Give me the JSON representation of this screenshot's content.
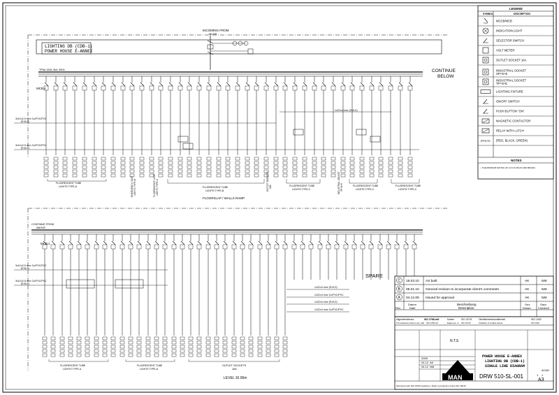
{
  "upper": {
    "incoming_label": "INCOMING FROM",
    "incoming_sub": "MLDB",
    "title_line1": "LIGHTING DB (CDB-1)",
    "title_line2": "POWER HOUSE E-ANNEX",
    "busbar_label": "TPN& 100A, 6kA, 50Hz",
    "mcb_label": "MCB,s",
    "continue_below_1": "CONTINUE",
    "continue_below_2": "BELOW",
    "cable_label_1": "3x1Cx2.5 mm² Cu/PVC/PVC",
    "cable_label_1_sub": "(R,B,O)",
    "cable_label_2": "3x1Cx2.5 mm² Cu/PVC/PVC",
    "cable_label_2_sub": "(R,B,O)",
    "cable_label_right": "1x2Cx4 mm² (R,B,O)",
    "group_fluor_a": "FLUORESCENT TUBE",
    "group_fluor_a_sub": "LIGHTS TYPE-A",
    "group_emergency": "EMERGENCY LIGHT",
    "group_emergency_sub": "LIGHTS TYPE-B",
    "group_fluor_b": "FLUORESCENT TUBE",
    "group_fluor_b_sub": "LIGHTS TYPE-B",
    "group_fluor_c": "FLUORESCENT TUBE",
    "group_fluor_c_sub": "LIGHTS TYPE-C",
    "group_outlet": "OUTLET SOCKETS",
    "group_outlet_sub": "16A",
    "group_ind_lights": "FLUORESCENT LIGHT",
    "group_ind_lights_sub": "LIGHTS TYPE-A",
    "group_ind_socket": "INDUSTRIAL SOCKET",
    "group_ind_socket_sub": "3P+N+E",
    "group_fluor_d": "FLUORESCENT TUBE",
    "group_fluor_d_sub": "LIGHTS TYPE-C",
    "group_fluor_e": "FLUORESCENT TUBE",
    "group_fluor_e_sub": "LIGHTS TYPE-C",
    "floor_label": "FLOORSLAP / WALLS RAMP"
  },
  "lower": {
    "continue_from": "CONTINUE FROM",
    "continue_from_sub": "ABOVE",
    "mcb_label": "MCB,s",
    "cable_label_1": "3x1Cx2.5 mm² Cu/PVC/PVC",
    "cable_label_1_sub": "(R,B,O)",
    "cable_label_2": "3x1Cx2.5 mm² Cu/PVC/PVC",
    "cable_label_2_sub": "(R,B,O)",
    "cable_right_1": "1x2Cx4 mm² (R,B,O)",
    "cable_right_2": "1x2Cx4 mm² Cu/PVC/PVC",
    "cable_right_3": "1x2Cx4 mm² (R,B,O)",
    "cable_right_4": "1x2Cx4 mm² Cu/PVC/PVC",
    "spare": "SPARE",
    "group_fluor": "FLUORESCENT TUBE",
    "group_fluor_sub": "LIGHTS TYPE-A",
    "group_fluor2": "FLUORESCENT TUBE",
    "group_fluor2_sub": "LIGHTS TYPE-A",
    "group_outlet": "OUTLET SOCKETS",
    "group_outlet_sub": "16A",
    "level": "LEVEL 16.00m"
  },
  "legend": {
    "title": "LEGEND",
    "col_symbol": "SYMBOL",
    "col_description": "DESCRIPTION",
    "items": [
      {
        "symbol": "mccb",
        "text": "MCCB/MCB"
      },
      {
        "symbol": "lamp",
        "text": "INDICATION LIGHT"
      },
      {
        "symbol": "selector",
        "text": "SELECTOR SWITCH"
      },
      {
        "symbol": "voltmeter",
        "text": "VOLT METER"
      },
      {
        "symbol": "outlet",
        "text": "OUTLET SOCKET 16A"
      },
      {
        "symbol": "ind-socket",
        "text": "INDUSTRIAL SOCKET\nSP+N+E"
      },
      {
        "symbol": "ind-socket",
        "text": "INDUSTRIAL SOCKET\nTP+N+E"
      },
      {
        "symbol": "fixture",
        "text": "LIGHTING FIXTURE"
      },
      {
        "symbol": "onoff",
        "text": "ON/OFF SWITCH"
      },
      {
        "symbol": "pushbutton",
        "text": "PUSH BUTTON \"ON\""
      },
      {
        "symbol": "contactor",
        "text": "MAGNETIC CONTACTOR"
      },
      {
        "symbol": "relay",
        "text": "RELAY WITH LATCH"
      },
      {
        "symbol": "rbg",
        "text": "(RED, BLACK, GREEN)"
      }
    ],
    "rbg_symbol": "(R,B,G)",
    "notes_title": "NOTES",
    "notes_text": "• THE MINIMUM RATING OF CLS IS 25A IN ADD BRAND."
  },
  "revisions": {
    "rows": [
      {
        "rev": "C",
        "date": "19.03.10",
        "desc": "AS built",
        "drawn": "AK",
        "checked": "NM"
      },
      {
        "rev": "B",
        "date": "06.01.10",
        "desc": "General revision to incorporate client's comments",
        "drawn": "AK",
        "checked": "NM"
      },
      {
        "rev": "A",
        "date": "04.12.09",
        "desc": "Issued for approval",
        "drawn": "AK",
        "checked": "NM"
      }
    ],
    "hdr_rev": "Rev.",
    "hdr_datum": "Datum",
    "hdr_date": "Date",
    "hdr_beschreibung": "Beschreibung",
    "hdr_description": "Description",
    "hdr_gez": "Gez.",
    "hdr_drawn": "Drawn",
    "hdr_gepr": "Gepr.",
    "hdr_checked": "Checked"
  },
  "titleblock": {
    "tol_label": "Allgemeintoleranz",
    "tol_value": "ISO 2768-mK",
    "kanten": "Kanten",
    "kanten_val": "ISO 13715",
    "surface": "Oberflächenbeschaffenheit",
    "surface_val": "ISO 1302",
    "size_note": "The tolerances class is acc. with",
    "size_val": "ISO 2768-mK",
    "edges": "Edges acc. to",
    "edges_val": "ISO 13715",
    "surface_en": "Indication of surface texture",
    "surface_en_val": "ISO 1302",
    "year": "2009",
    "date1": "04.12",
    "init1": "AK",
    "date2": "04.12",
    "init2": "NM",
    "scale": "N.T.S",
    "title_l1": "POWER HOUSE E-ANNEX",
    "title_l2": "LIGHTING DB (CDB-1)",
    "title_l3": "SINGLE LINE DIAGRAM",
    "drawing_no": "DRW  510-SL-001",
    "logo": "MAN",
    "sheet_size": "A3",
    "format": "ACAD",
    "sheet": "1",
    "of": "1",
    "footer": "Schutzvermerk ISO 16016 beachten / Refer to protection notice ISO 16016"
  }
}
